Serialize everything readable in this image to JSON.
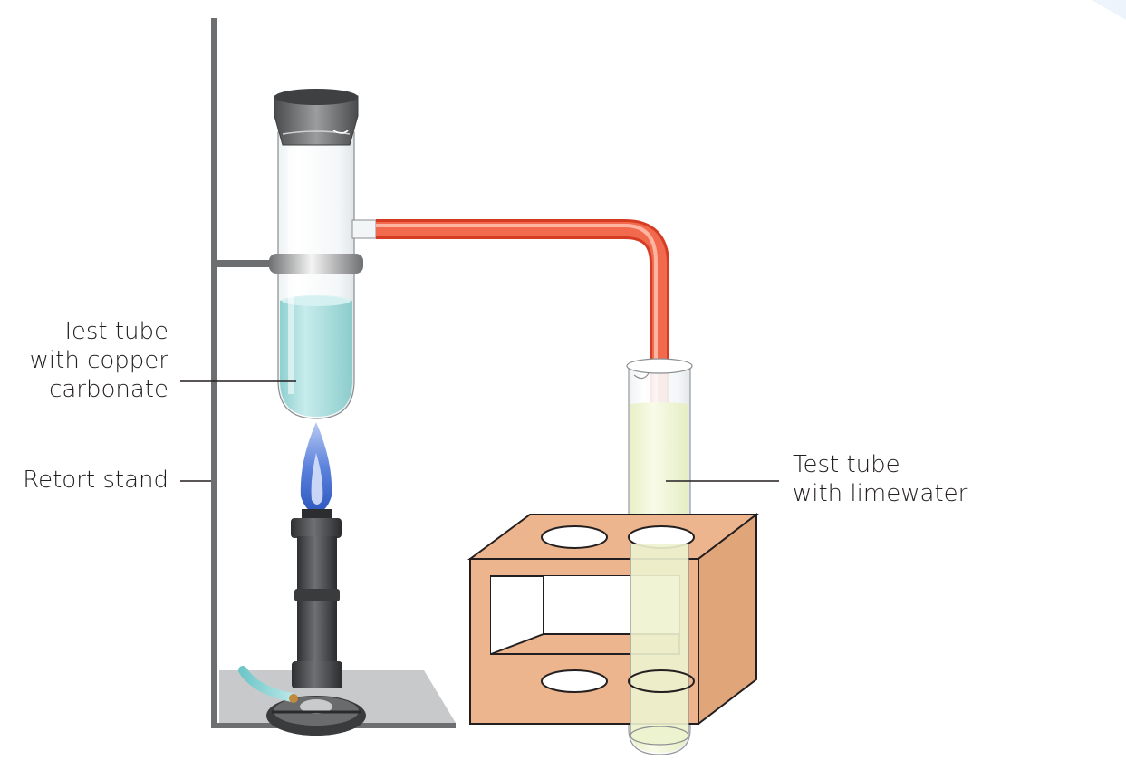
{
  "labels": {
    "test_tube_copper": [
      "Test tube",
      "with copper",
      "carbonate"
    ],
    "retort_stand": "Retort stand",
    "test_tube_limewater": [
      "Test tube",
      "with limewater"
    ]
  },
  "colors": {
    "background": "#ffffff",
    "stand": "#6d6e70",
    "base_plate": "#c8c9cb",
    "copper_carbonate_solution": "#a6dcdc",
    "rubber_tube": "#ef5a3c",
    "limewater": "#f3f7d9",
    "rack_wood": "#ecb58d",
    "flame": "#4f78d8",
    "leader_line": "#231f20"
  },
  "icons": {
    "burner": "bunsen-burner-icon",
    "flame": "flame-icon",
    "stopper": "rubber-stopper-icon"
  }
}
